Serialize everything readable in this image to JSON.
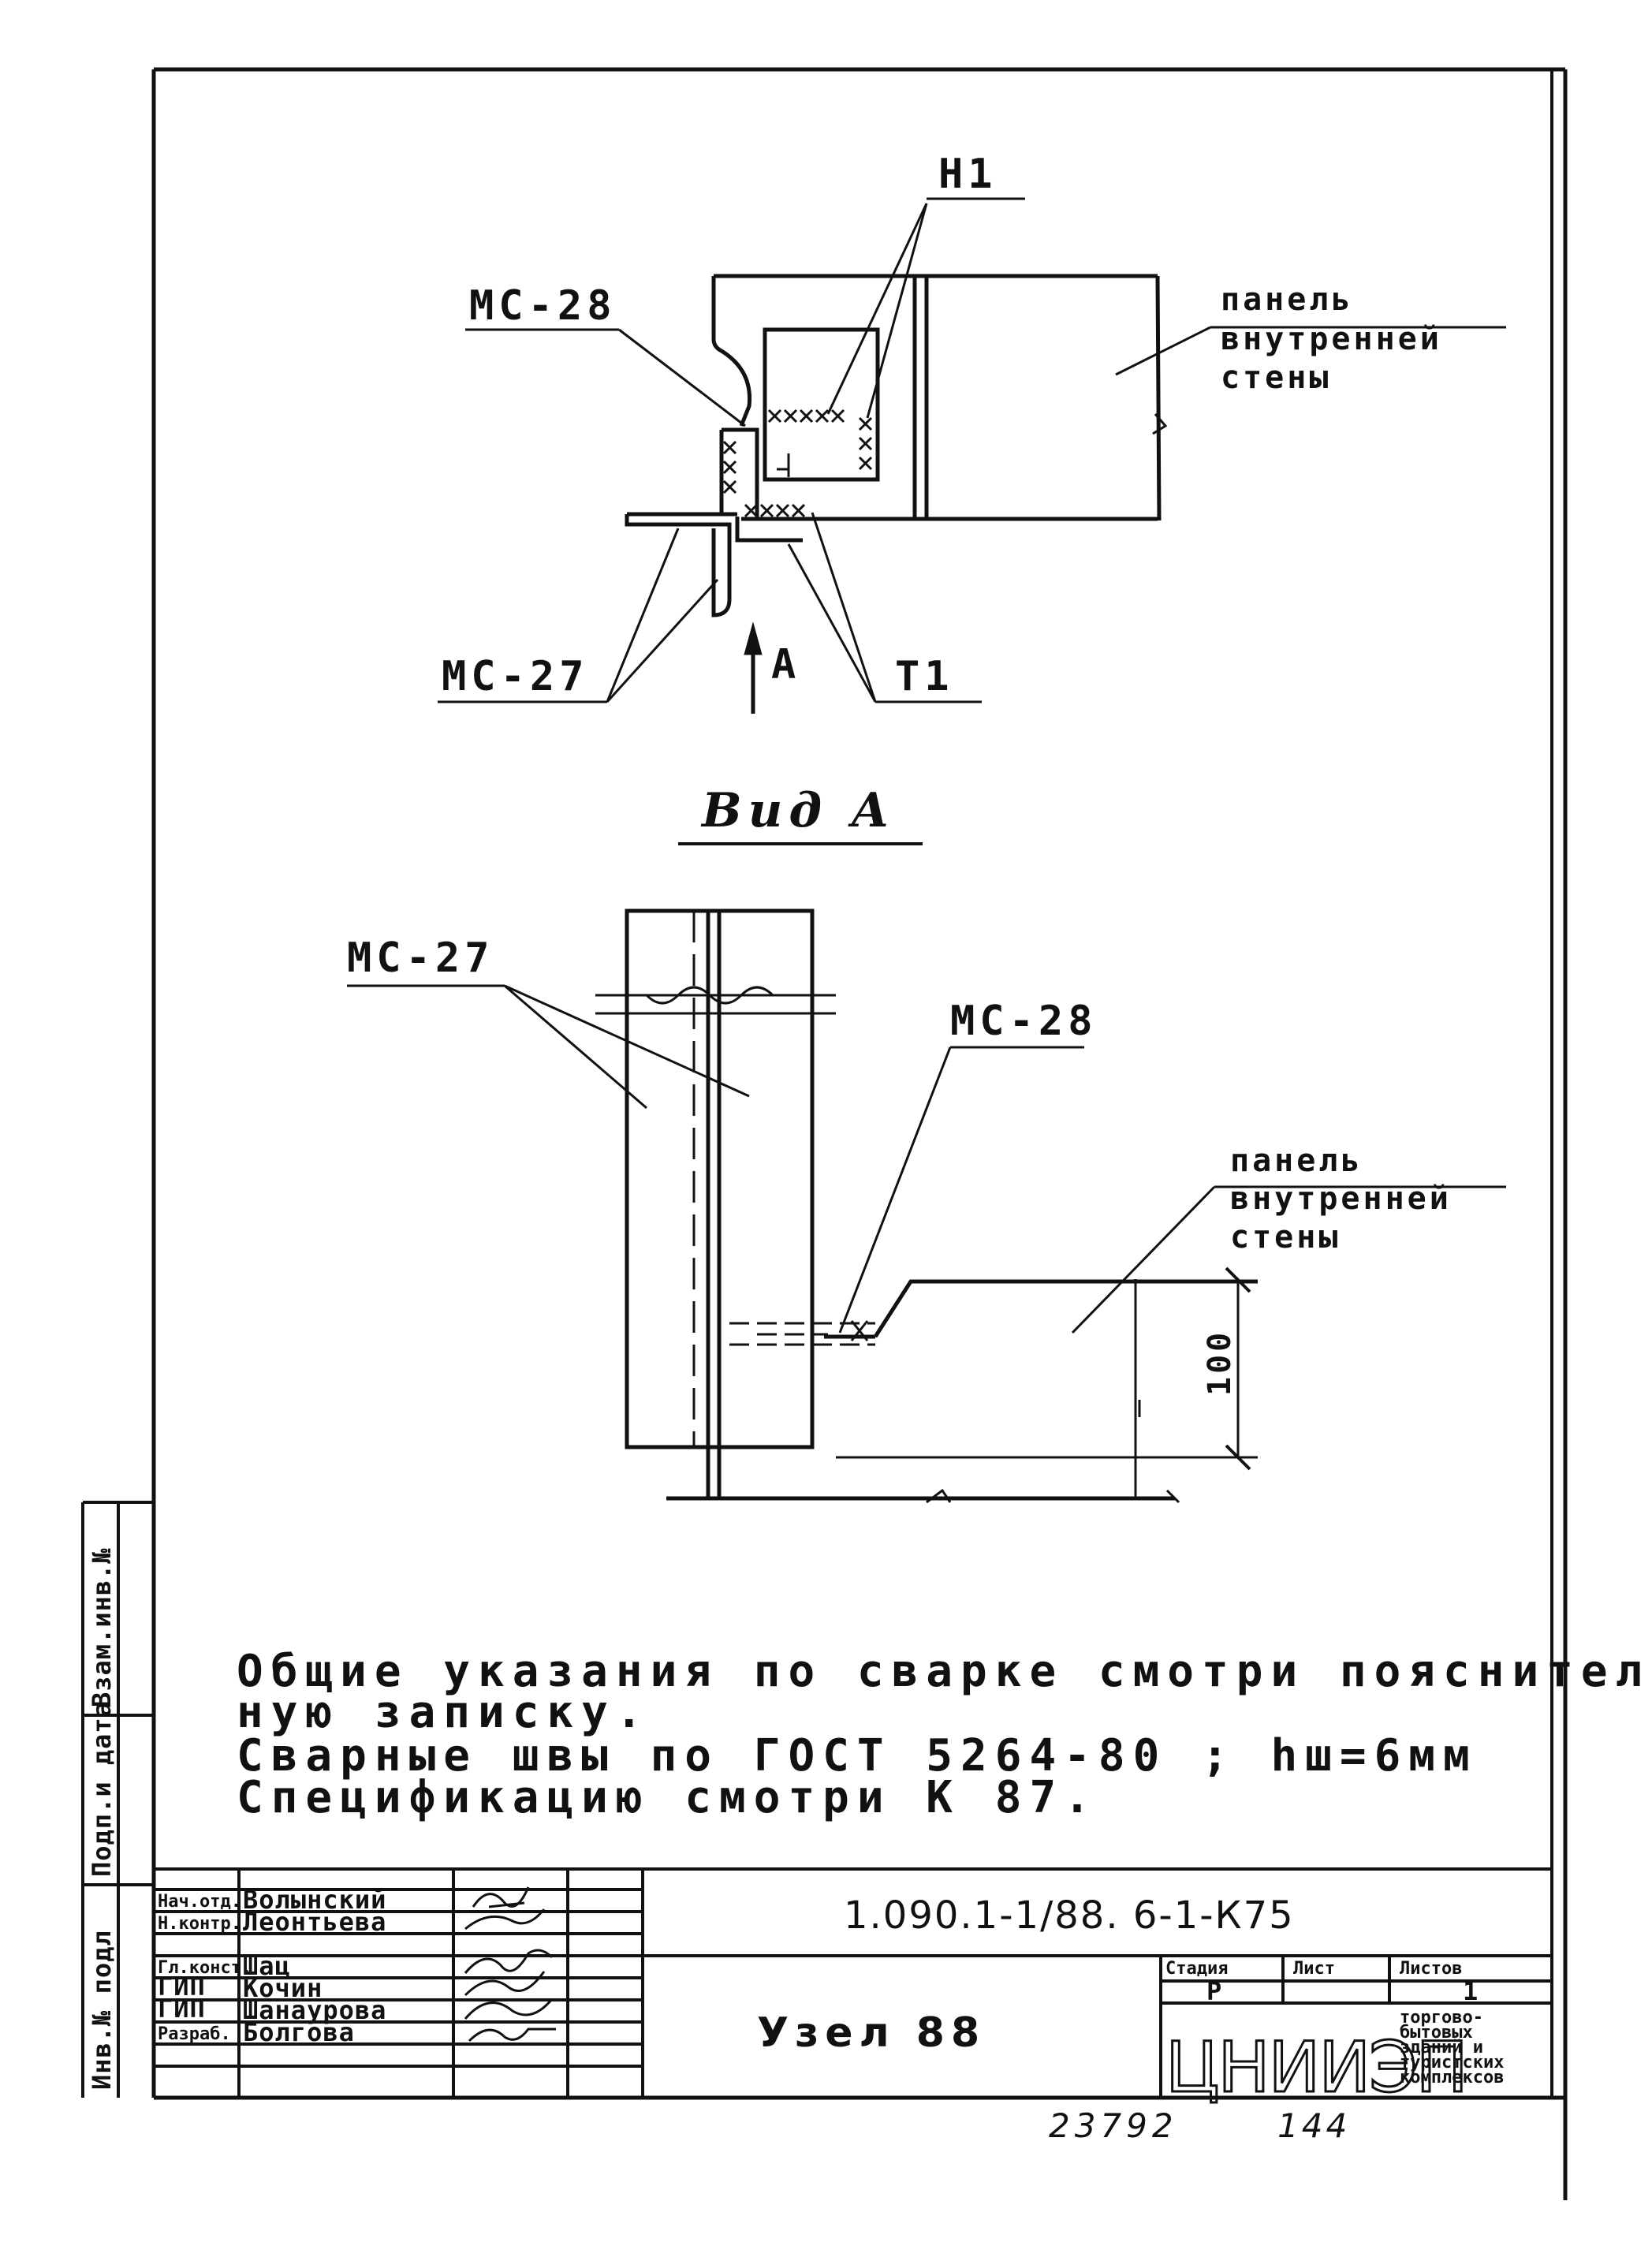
{
  "drawing": {
    "section_labels": {
      "n1": "Н1",
      "mc28_top": "МС-28",
      "panel_top": [
        "панель",
        "внутренней",
        "стены"
      ],
      "mc27_top": "МС-27",
      "view_arrow": "А",
      "t1": "Т1"
    },
    "view": {
      "title": "Вид А",
      "mc27": "МС-27",
      "mc28": "МС-28",
      "panel": [
        "панель",
        "внутренней",
        "стены"
      ],
      "dimension": "100"
    },
    "notes": [
      "Общие указания по сварке смотри поясни­тель-",
      "ную записку.",
      "Сварные швы по ГОСТ 5264-80 ; hш=6мм",
      "Спецификацию смотри К 87."
    ]
  },
  "side_stamp": {
    "cells": [
      "Взам.инв.№",
      "Подп.и дата",
      "Инв.№ подл"
    ]
  },
  "title_block": {
    "code": "1.090.1-1/88. 6-1-К75",
    "title": "Узел 88",
    "roles": [
      "Нач.отд.",
      "Н.контр.",
      "Гл.конст.",
      "ГИП",
      "ГИП",
      "Разраб."
    ],
    "names": [
      "Волынский",
      "Леонтьева",
      "Шац",
      "Кочин",
      "Шанаурова",
      "Болгова"
    ],
    "stage_header": "Стадия",
    "sheet_header": "Лист",
    "sheets_header": "Листов",
    "stage": "Р",
    "sheet": "",
    "sheets": "1",
    "org_logo": "ЦНИИЭП",
    "org_name": [
      "торгово-",
      "бытовых",
      "зданий и",
      "туристских",
      "комплексов"
    ]
  },
  "footer": {
    "inventory_number": "23792",
    "page_number": "144"
  }
}
